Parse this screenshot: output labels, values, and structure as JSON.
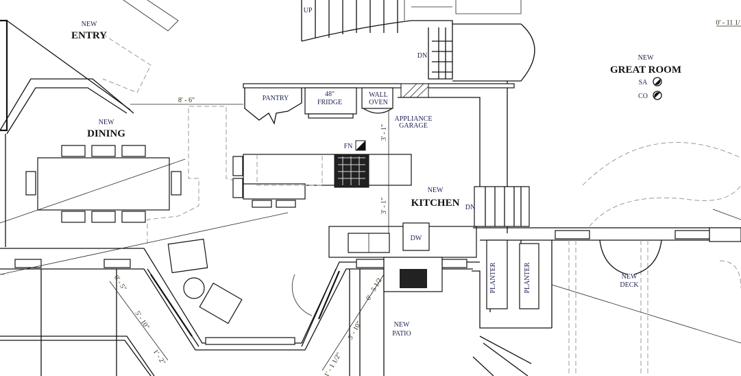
{
  "rooms": {
    "entry": {
      "prefix": "NEW",
      "name": "ENTRY"
    },
    "dining": {
      "prefix": "NEW",
      "name": "DINING"
    },
    "kitchen": {
      "prefix": "NEW",
      "name": "KITCHEN"
    },
    "great_room": {
      "prefix": "NEW",
      "name": "GREAT ROOM"
    },
    "deck": {
      "prefix": "NEW",
      "name": "DECK"
    },
    "patio": {
      "prefix": "NEW",
      "name": "PATIO"
    }
  },
  "fixtures": {
    "pantry": "PANTRY",
    "fridge_size": "48\"",
    "fridge": "FRIDGE",
    "wall_oven_1": "WALL",
    "wall_oven_2": "OVEN",
    "appliance_garage_1": "APPLIANCE",
    "appliance_garage_2": "GARAGE",
    "dishwasher": "DW",
    "planter_1": "PLANTER",
    "planter_2": "PLANTER"
  },
  "stairs": {
    "up": "UP",
    "down_1": "DN",
    "down_2": "DN"
  },
  "symbols": {
    "fan": "FN",
    "smoke_alarm": "SA",
    "co_detector": "CO"
  },
  "dimensions": {
    "entry_dining": "8' - 6\"",
    "kitchen_upper": "3' - 1\"",
    "kitchen_lower": "3' - 1\"",
    "top_right": "0' - 11 1/",
    "bay_left_small": "0' - 5\"",
    "bay_left_long": "5' - 10\"",
    "bay_left_bottom": "1' - 2\"",
    "bay_right_small": "0' - 5 1/2",
    "bay_right_long": "5' - 10\"",
    "bay_right_bottom": "1' - 1 1/2\""
  }
}
